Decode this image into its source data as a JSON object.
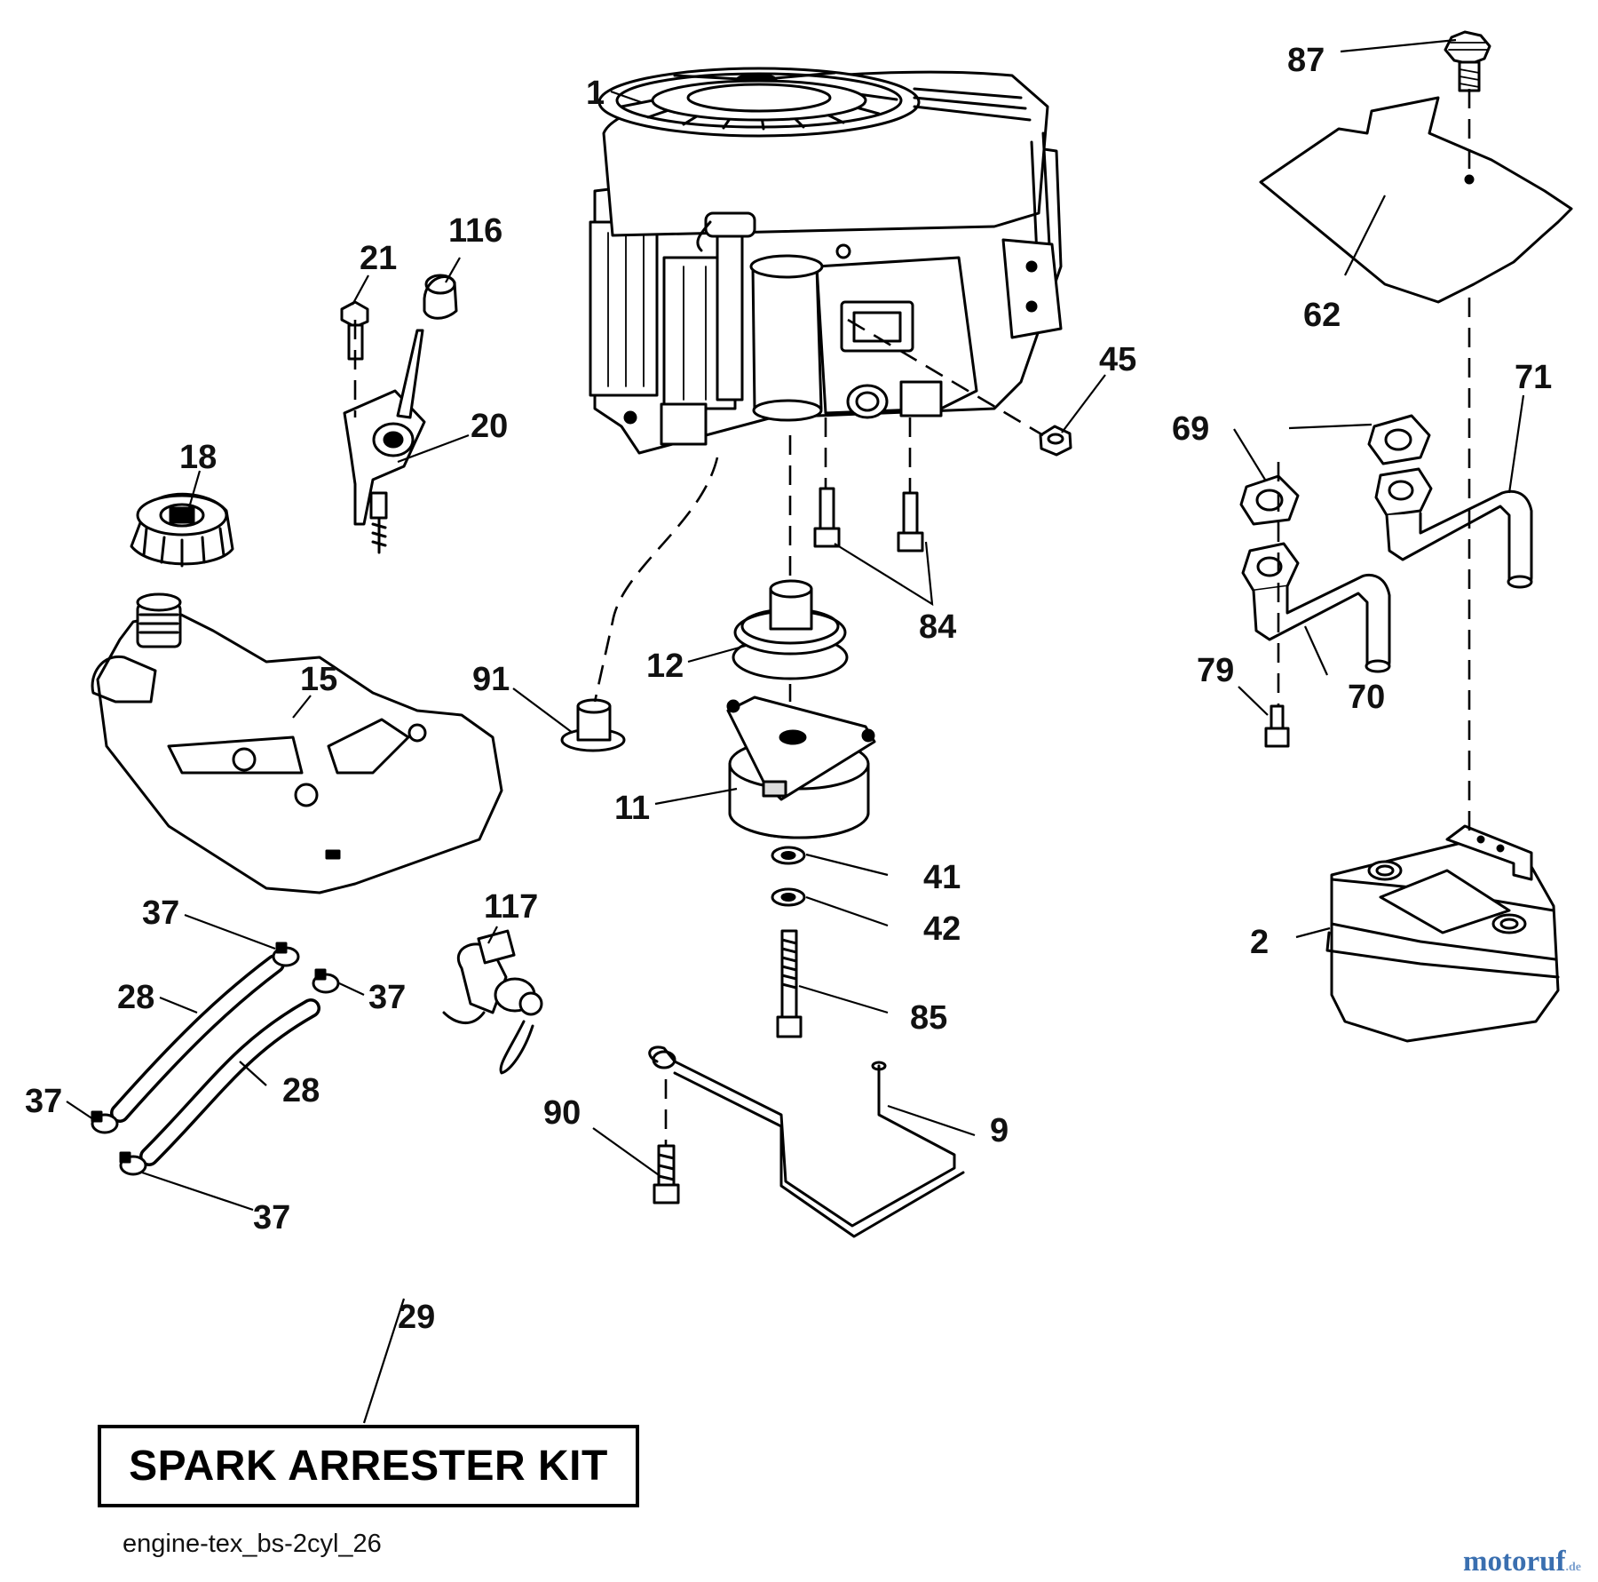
{
  "callouts": {
    "c1": "1",
    "c2": "2",
    "c9": "9",
    "c11": "11",
    "c12": "12",
    "c15": "15",
    "c18": "18",
    "c20": "20",
    "c21": "21",
    "c28a": "28",
    "c28b": "28",
    "c29": "29",
    "c37a": "37",
    "c37b": "37",
    "c37c": "37",
    "c37d": "37",
    "c41": "41",
    "c42": "42",
    "c45": "45",
    "c62": "62",
    "c69": "69",
    "c70": "70",
    "c71": "71",
    "c79": "79",
    "c84": "84",
    "c85": "85",
    "c87": "87",
    "c90": "90",
    "c91": "91",
    "c116": "116",
    "c117": "117"
  },
  "kit_label": "SPARK ARRESTER KIT",
  "reference_code": "engine-tex_bs-2cyl_26",
  "watermark": {
    "brand": "motoruf",
    "suffix": ".de"
  },
  "colors": {
    "ink": "#000000",
    "background": "#ffffff",
    "watermark": "#3a6fb0"
  }
}
